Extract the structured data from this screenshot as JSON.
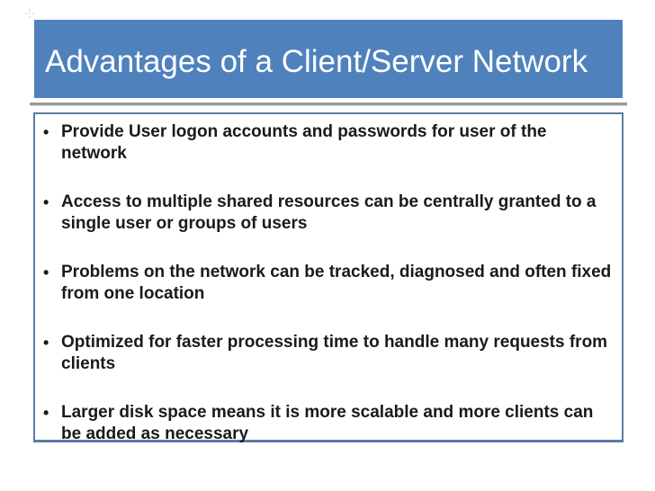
{
  "slide": {
    "title": "Advantages of a Client/Server Network",
    "bullets": [
      {
        "segments": [
          {
            "text": "Provide User logon accounts and passwords for user of the network",
            "bold": false
          }
        ]
      },
      {
        "segments": [
          {
            "text": "Access to multiple shared resources can be centrally granted to a single user or groups of users",
            "bold": false
          }
        ]
      },
      {
        "segments": [
          {
            "text": "Problems on the network can be tracked, diagnosed and often fixed from one location",
            "bold": false
          }
        ]
      },
      {
        "segments": [
          {
            "text": "Optimized for faster processing time to handle many requests from clients",
            "bold": false
          }
        ]
      },
      {
        "segments": [
          {
            "text": "Larger disk space means it is ",
            "bold": false
          },
          {
            "text": "more scalable",
            "bold": true
          },
          {
            "text": " and more clients can be added as necessary",
            "bold": false
          }
        ]
      }
    ],
    "colors": {
      "banner": "#4f81bd",
      "title_text": "#ffffff",
      "divider": "#9a9a9a",
      "content_border": "#5b7ca7",
      "body_text": "#1a1a1a"
    }
  }
}
